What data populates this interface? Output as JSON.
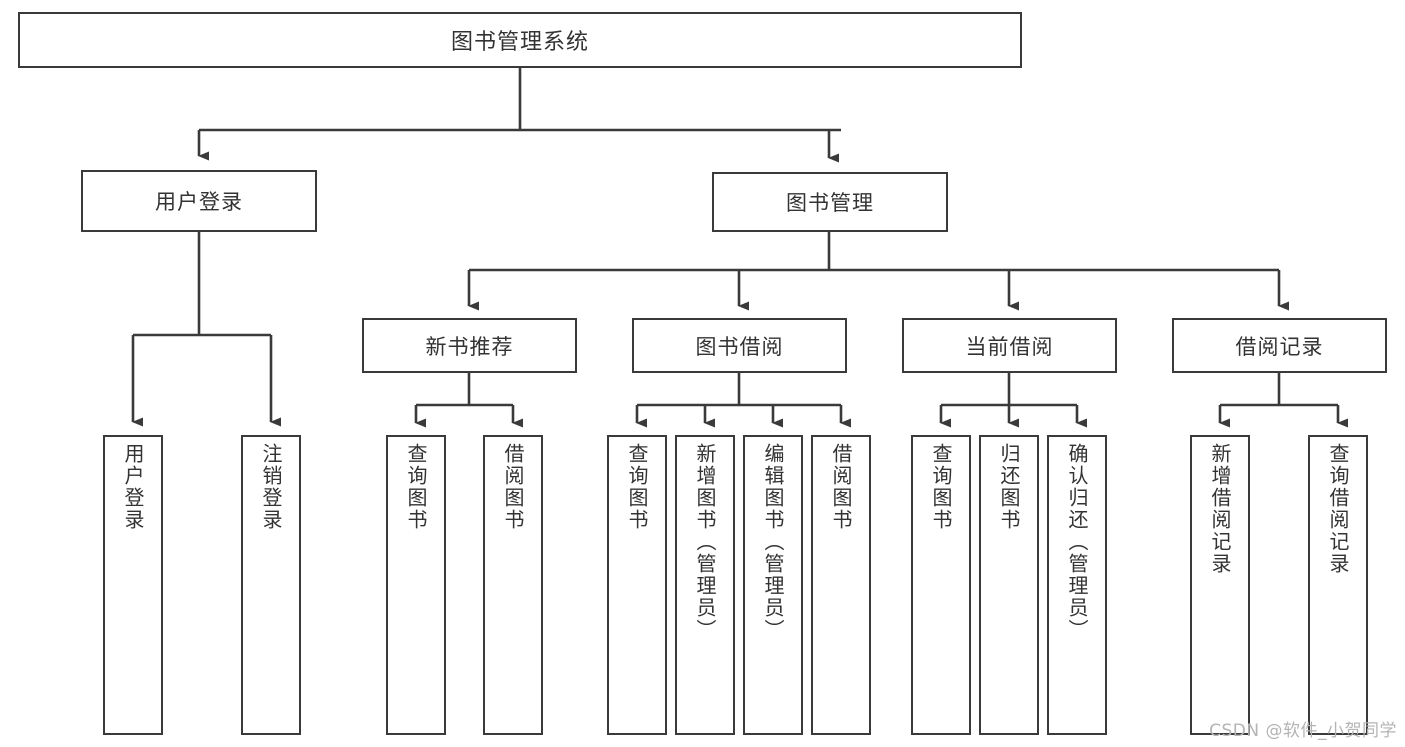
{
  "diagram": {
    "title": "图书管理系统",
    "type": "tree-hierarchy-chart",
    "root": {
      "label": "图书管理系统"
    },
    "level2": [
      {
        "label": "用户登录"
      },
      {
        "label": "图书管理"
      }
    ],
    "level3": [
      {
        "label": "新书推荐"
      },
      {
        "label": "图书借阅"
      },
      {
        "label": "当前借阅"
      },
      {
        "label": "借阅记录"
      }
    ],
    "leaves": {
      "user_login": [
        {
          "label": "用户登录"
        },
        {
          "label": "注销登录"
        }
      ],
      "new_book_recommend": [
        {
          "label": "查询图书"
        },
        {
          "label": "借阅图书"
        }
      ],
      "book_borrow": [
        {
          "label": "查询图书"
        },
        {
          "label": "新增图书（管理员）"
        },
        {
          "label": "编辑图书（管理员）"
        },
        {
          "label": "借阅图书"
        }
      ],
      "current_borrow": [
        {
          "label": "查询图书"
        },
        {
          "label": "归还图书"
        },
        {
          "label": "确认归还（管理员）"
        }
      ],
      "borrow_record": [
        {
          "label": "新增借阅记录"
        },
        {
          "label": "查询借阅记录"
        }
      ]
    }
  },
  "watermark": {
    "text": "CSDN @软件_小贺同学"
  },
  "colors": {
    "stroke": "#3a3a3a",
    "text": "#333333",
    "background": "#ffffff",
    "watermark": "#b4b4b4"
  }
}
